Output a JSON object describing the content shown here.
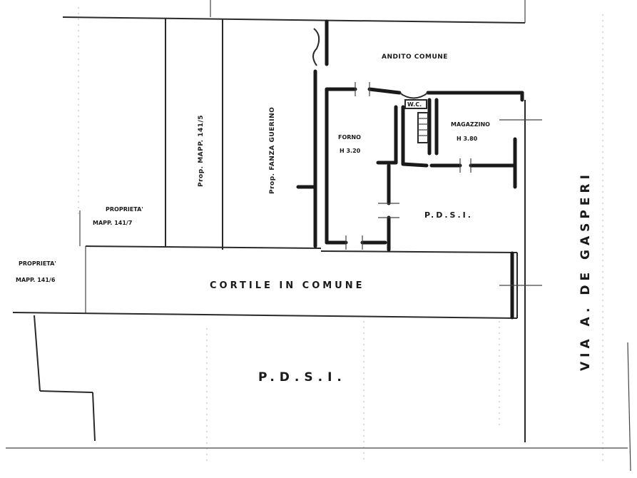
{
  "plan": {
    "labels": {
      "androne_comune": "ANDITO COMUNE",
      "prop_mapp_141_5": "Prop. MAPP. 141/5",
      "prop_fanza": "Prop. FANZA GUERINO",
      "forno": "FORNO",
      "forno_h": "H 3.20",
      "wc": "W.C.",
      "magazzino": "MAGAZZINO",
      "magazzino_h": "H 3.80",
      "pdsi_upper": "P.D.S.I.",
      "proprieta_7": "PROPRIETA'",
      "mapp_141_7": "MAPP. 141/7",
      "proprieta_6": "PROPRIETA'",
      "mapp_141_6": "MAPP. 141/6",
      "cortile": "CORTILE IN COMUNE",
      "pdsi_lower": "P.D.S.I.",
      "via": "VIA A. DE GASPERI"
    },
    "colors": {
      "ink": "#1a1a1a",
      "paper": "#ffffff"
    }
  }
}
